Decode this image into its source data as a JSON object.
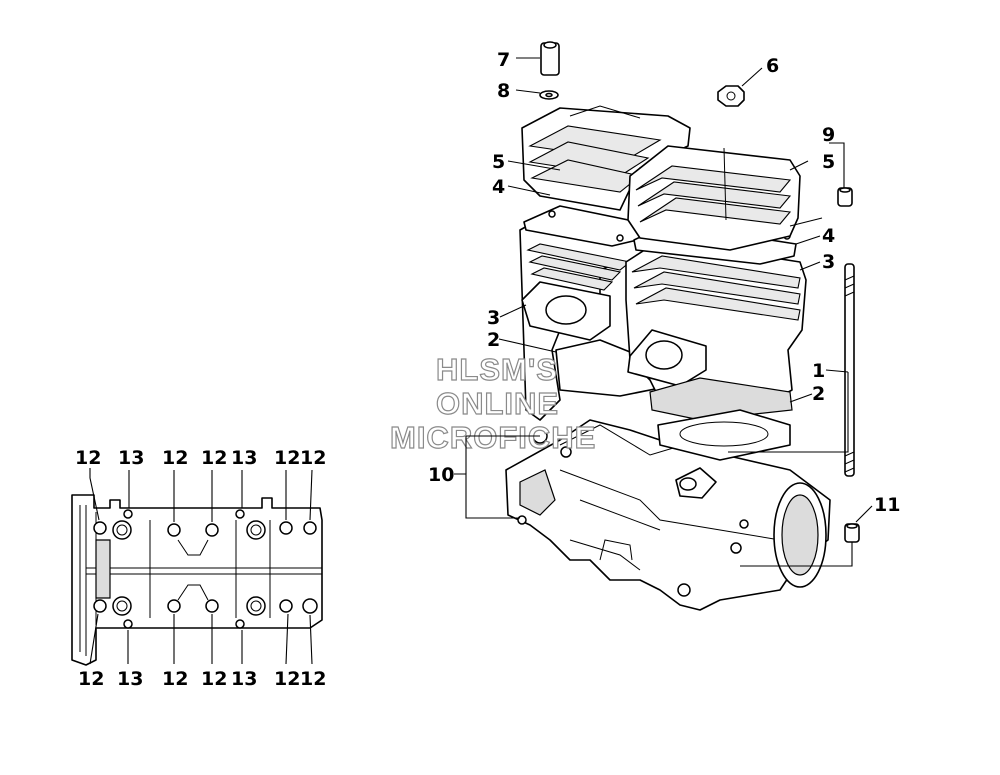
{
  "watermark": {
    "line1": "HLSM'S",
    "line2": "ONLINE",
    "line3": "MICROFICHE"
  },
  "callouts": {
    "c1": "1",
    "c2a": "2",
    "c2b": "2",
    "c3a": "3",
    "c3b": "3",
    "c4a": "4",
    "c4b": "4",
    "c5a": "5",
    "c5b": "5",
    "c6": "6",
    "c7": "7",
    "c8": "8",
    "c9": "9",
    "c10": "10",
    "c11": "11"
  },
  "crankcase_top_labels": [
    "12",
    "13",
    "12",
    "12",
    "13",
    "12",
    "12"
  ],
  "crankcase_bottom_labels": [
    "12",
    "13",
    "12",
    "12",
    "13",
    "12",
    "12"
  ]
}
